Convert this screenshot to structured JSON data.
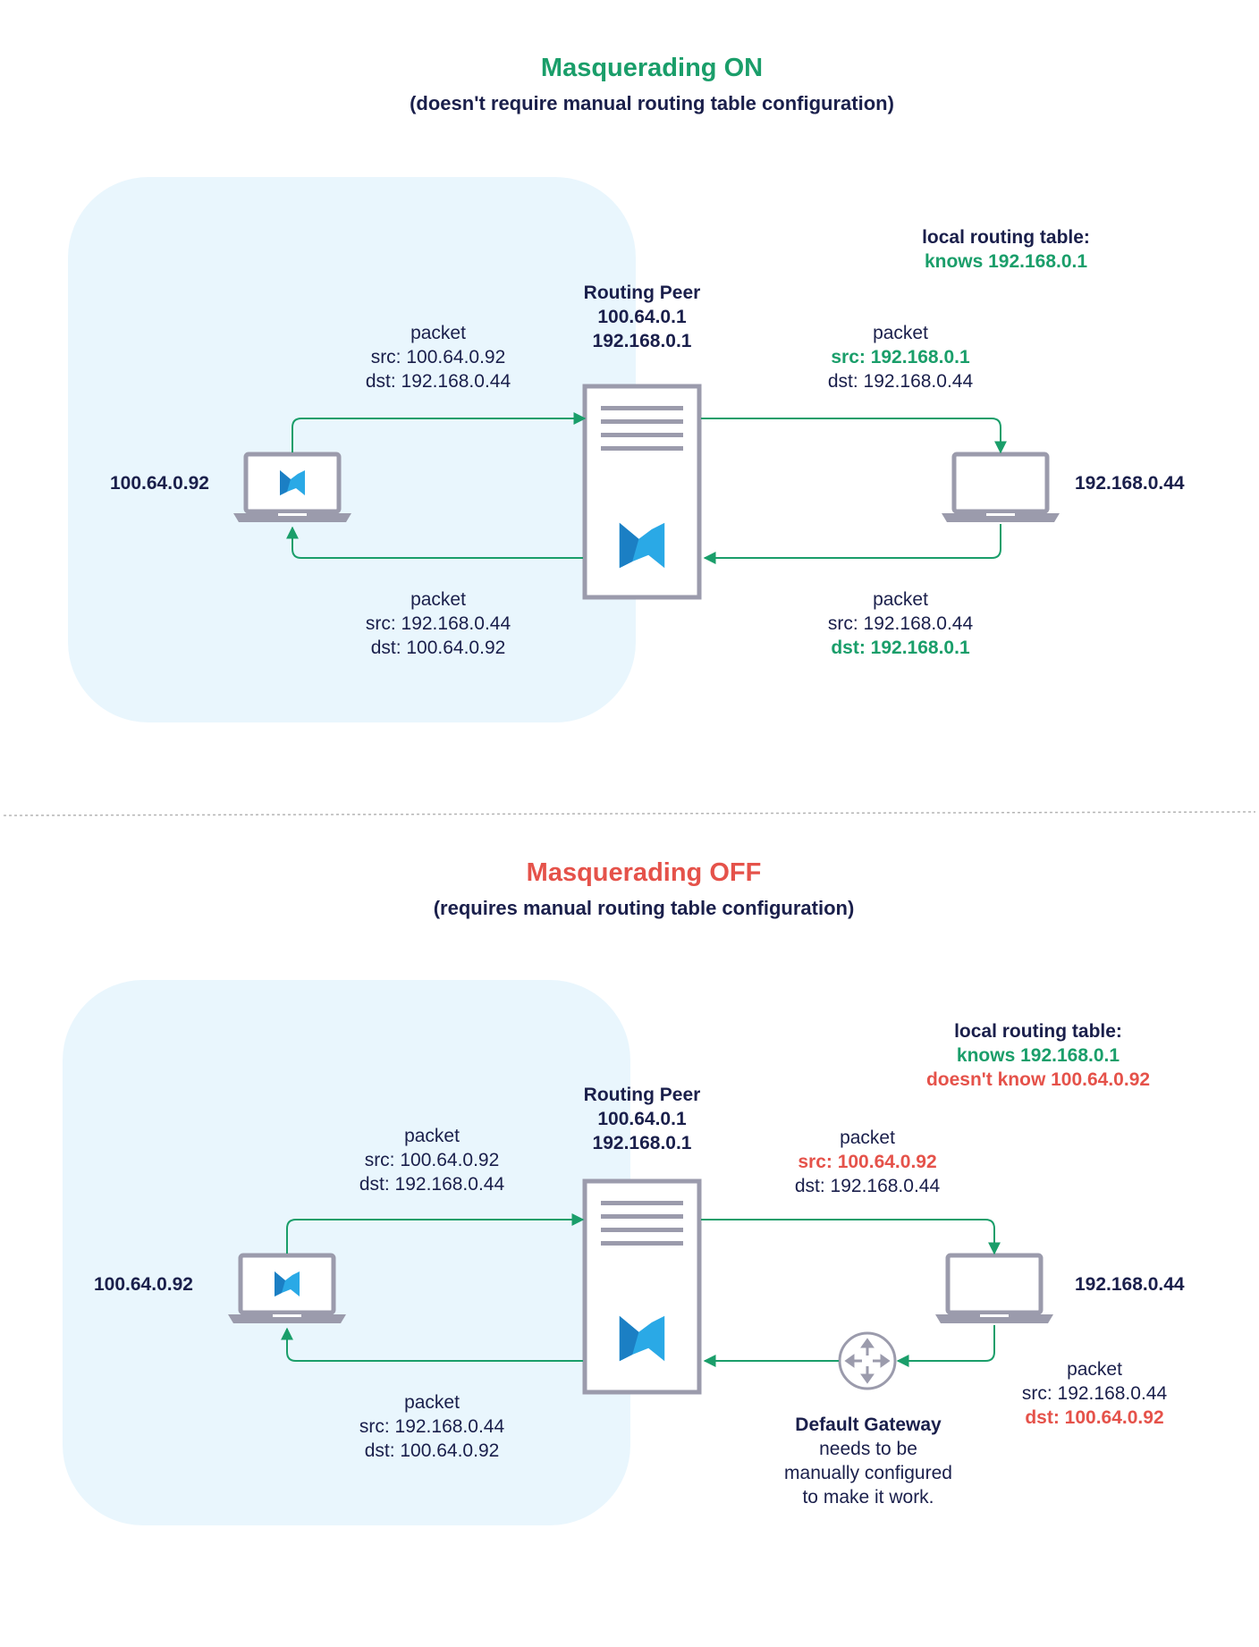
{
  "colors": {
    "green": "#1a9e6a",
    "red": "#e5524a",
    "navy": "#1a1f4b",
    "device_gray": "#9b9bac",
    "zone_fill": "#e9f6fd",
    "logo_blue": "#2aa9e6",
    "separator": "#b5b5b5"
  },
  "icons": [
    "laptop-icon",
    "server-icon",
    "netbird-logo-icon",
    "router-icon"
  ],
  "on": {
    "title": "Masquerading ON",
    "subtitle": "(doesn't require manual routing table configuration)",
    "routing_table": {
      "heading": "local routing table:",
      "knows": "knows 192.168.0.1"
    },
    "peer": {
      "name": "Routing Peer",
      "ip1": "100.64.0.1",
      "ip2": "192.168.0.1"
    },
    "client_ip": "100.64.0.92",
    "target_ip": "192.168.0.44",
    "pkt_out_left": {
      "label": "packet",
      "src": "src: 100.64.0.92",
      "dst": "dst: 192.168.0.44"
    },
    "pkt_out_right": {
      "label": "packet",
      "src": "src: 192.168.0.1",
      "dst": "dst: 192.168.0.44"
    },
    "pkt_ret_left": {
      "label": "packet",
      "src": "src: 192.168.0.44",
      "dst": "dst: 100.64.0.92"
    },
    "pkt_ret_right": {
      "label": "packet",
      "src": "src: 192.168.0.44",
      "dst": "dst: 192.168.0.1"
    }
  },
  "off": {
    "title": "Masquerading OFF",
    "subtitle": "(requires manual routing table configuration)",
    "routing_table": {
      "heading": "local routing table:",
      "knows": "knows 192.168.0.1",
      "not_knows": "doesn't know 100.64.0.92"
    },
    "peer": {
      "name": "Routing Peer",
      "ip1": "100.64.0.1",
      "ip2": "192.168.0.1"
    },
    "client_ip": "100.64.0.92",
    "target_ip": "192.168.0.44",
    "pkt_out_left": {
      "label": "packet",
      "src": "src: 100.64.0.92",
      "dst": "dst: 192.168.0.44"
    },
    "pkt_out_right": {
      "label": "packet",
      "src": "src: 100.64.0.92",
      "dst": "dst: 192.168.0.44"
    },
    "pkt_ret_left": {
      "label": "packet",
      "src": "src: 192.168.0.44",
      "dst": "dst: 100.64.0.92"
    },
    "pkt_ret_right": {
      "label": "packet",
      "src": "src: 192.168.0.44",
      "dst": "dst: 100.64.0.92"
    },
    "gateway": {
      "name": "Default Gateway",
      "line1": "needs to be",
      "line2": "manually configured",
      "line3": "to make it work."
    }
  }
}
